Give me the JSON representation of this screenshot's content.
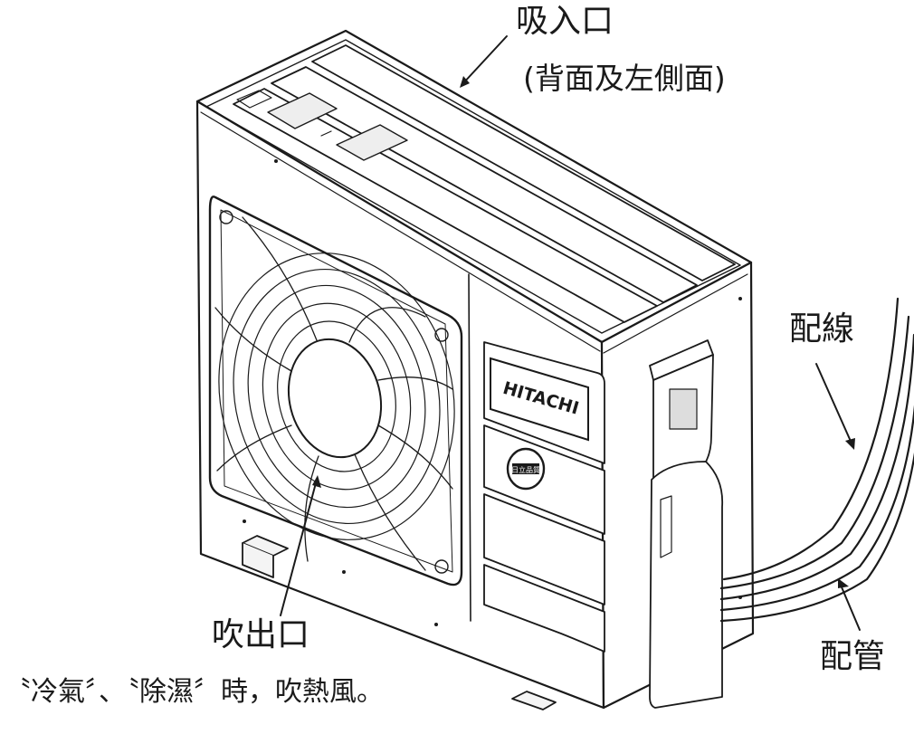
{
  "labels": {
    "intake": "吸入口",
    "intake_note": "(背面及左側面)",
    "wiring": "配線",
    "outlet": "吹出口",
    "piping": "配管",
    "mode_note": "〝冷氣〞、〝除濕〞時，吹熱風。"
  },
  "unit": {
    "brand": "HITACHI",
    "emblem": "日立品質"
  },
  "colors": {
    "line": "#1a1a1a",
    "body": "#ffffff",
    "panel": "#f4f4f4"
  }
}
